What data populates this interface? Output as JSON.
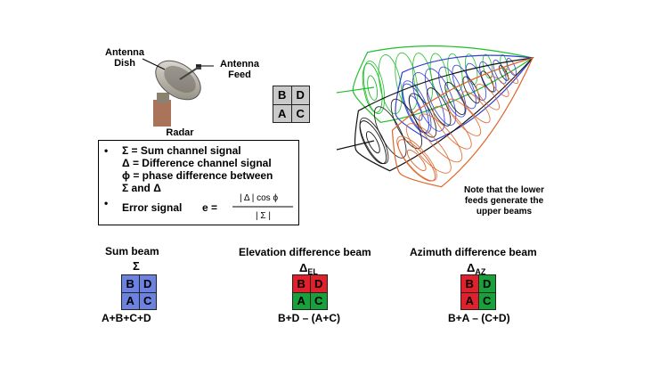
{
  "labels": {
    "antenna_dish_line1": "Antenna",
    "antenna_dish_line2": "Dish",
    "antenna_feed_line1": "Antenna",
    "antenna_feed_line2": "Feed",
    "radar": "Radar"
  },
  "feed_grid": {
    "tl": "B",
    "tr": "D",
    "bl": "A",
    "br": "C"
  },
  "legend": {
    "line1": "Σ = Sum channel signal",
    "line2": "Δ = Difference channel signal",
    "line3": "ϕ = phase difference between",
    "line4": "Σ and Δ",
    "error_label": "Error signal",
    "error_eq": "e =",
    "numerator": "| Δ | cos ϕ",
    "denominator": "| Σ |"
  },
  "note": {
    "line1": "Note that the lower",
    "line2": "feeds generate the",
    "line3": "upper beams"
  },
  "beams": {
    "sum": {
      "title": "Sum beam",
      "symbol": "Σ",
      "formula": "A+B+C+D",
      "cells": {
        "tl": "B",
        "tr": "D",
        "bl": "A",
        "br": "C"
      }
    },
    "elevation": {
      "title": "Elevation difference beam",
      "symbol": "Δ",
      "subscript": "EL",
      "formula": "B+D – (A+C)",
      "cells": {
        "tl": "B",
        "tr": "D",
        "bl": "A",
        "br": "C"
      }
    },
    "azimuth": {
      "title": "Azimuth difference beam",
      "symbol": "Δ",
      "subscript": "AZ",
      "formula": "B+A – (C+D)",
      "cells": {
        "tl": "B",
        "tr": "D",
        "bl": "A",
        "br": "C"
      }
    }
  },
  "colors": {
    "beam_green": "#1fbf2a",
    "beam_blue": "#2f3fd6",
    "beam_black": "#111111",
    "beam_orange": "#e0642a",
    "sum_cell": "#6b82e0",
    "diff_positive": "#e0202a",
    "diff_negative": "#18a03a",
    "feed_cell": "#c9c9c9"
  }
}
